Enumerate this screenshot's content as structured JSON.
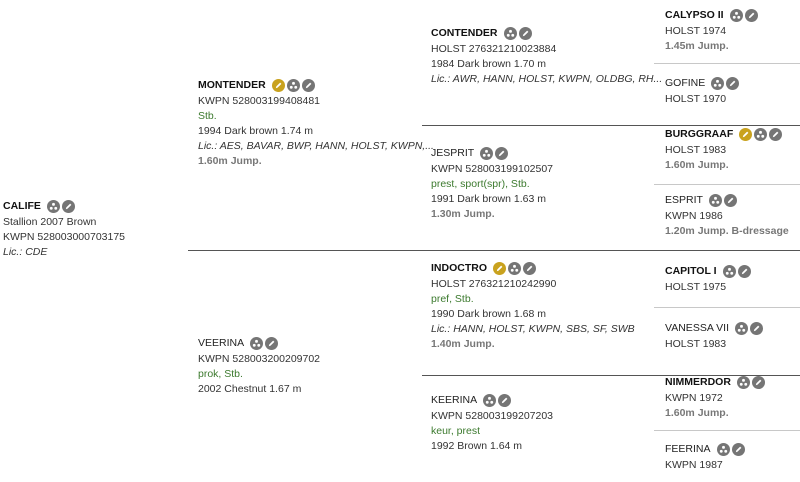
{
  "horses": {
    "calife": {
      "name": "CALIFE",
      "l1": "Stallion 2007 Brown",
      "l2": "KWPN 528003000703175",
      "lic_prefix": "Lic.:",
      "lic": "CDE"
    },
    "montender": {
      "name": "MONTENDER",
      "reg": "KWPN 528003199408481",
      "pred": "Stb.",
      "desc": "1994 Dark brown 1.74 m",
      "lic_prefix": "Lic.:",
      "lic": "AES, BAVAR, BWP, HANN, HOLST, KWPN,...",
      "perf": "1.60m Jump."
    },
    "veerina": {
      "name": "VEERINA",
      "reg": "KWPN 528003200209702",
      "pred": "prok, Stb.",
      "desc": "2002 Chestnut 1.67 m"
    },
    "contender": {
      "name": "CONTENDER",
      "reg": "HOLST 276321210023884",
      "desc": "1984 Dark brown 1.70 m",
      "lic_prefix": "Lic.:",
      "lic": "AWR, HANN, HOLST, KWPN, OLDBG, RH..."
    },
    "jesprit": {
      "name": "JESPRIT",
      "reg": "KWPN 528003199102507",
      "pred": "prest, sport(spr), Stb.",
      "desc": "1991 Dark brown 1.63 m",
      "perf": "1.30m Jump."
    },
    "indoctro": {
      "name": "INDOCTRO",
      "reg": "HOLST 276321210242990",
      "pred": "pref, Stb.",
      "desc": "1990 Dark brown 1.68 m",
      "lic_prefix": "Lic.:",
      "lic": "HANN, HOLST, KWPN, SBS, SF, SWB",
      "perf": "1.40m Jump."
    },
    "keerina": {
      "name": "KEERINA",
      "reg": "KWPN 528003199207203",
      "pred": "keur, prest",
      "desc": "1992 Brown 1.64 m"
    },
    "calypso": {
      "name": "CALYPSO II",
      "reg": "HOLST 1974",
      "perf": "1.45m Jump."
    },
    "gofine": {
      "name": "GOFINE",
      "reg": "HOLST 1970"
    },
    "burggraaf": {
      "name": "BURGGRAAF",
      "reg": "HOLST 1983",
      "perf": "1.60m Jump."
    },
    "esprit": {
      "name": "ESPRIT",
      "reg": "KWPN 1986",
      "perf": "1.20m Jump. B-dressage"
    },
    "capitol": {
      "name": "CAPITOL I",
      "reg": "HOLST 1975"
    },
    "vanessa": {
      "name": "VANESSA VII",
      "reg": "HOLST 1983"
    },
    "nimmerdor": {
      "name": "NIMMERDOR",
      "reg": "KWPN 1972",
      "perf": "1.60m Jump."
    },
    "feerina": {
      "name": "FEERINA",
      "reg": "KWPN 1987"
    }
  },
  "icons": {
    "pen": "pen-icon",
    "family": "family-tree-icon",
    "edit": "edit-icon"
  },
  "colors": {
    "gold": "#c9a21e",
    "gray": "#757575",
    "green": "#3c7a2e"
  }
}
